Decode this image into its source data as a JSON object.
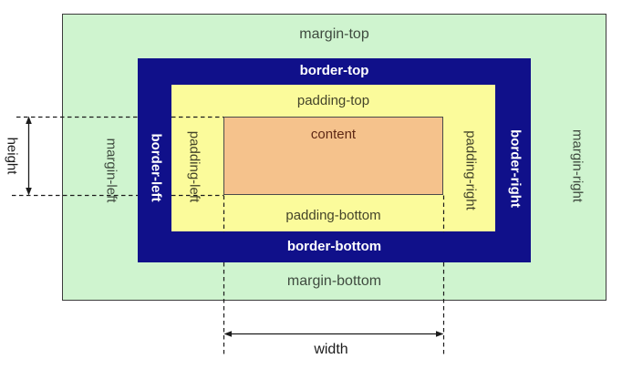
{
  "diagram": {
    "margin": {
      "top": "margin-top",
      "bottom": "margin-bottom",
      "left": "margin-left",
      "right": "margin-right"
    },
    "border": {
      "top": "border-top",
      "bottom": "border-bottom",
      "left": "border-left",
      "right": "border-right"
    },
    "padding": {
      "top": "padding-top",
      "bottom": "padding-bottom",
      "left": "padding-left",
      "right": "padding-right"
    },
    "content": {
      "label": "content"
    },
    "measurements": {
      "height": "height",
      "width": "width"
    }
  },
  "colors": {
    "margin-bg": "#cff4cf",
    "border-bg": "#10108a",
    "padding-bg": "#fbfb9b",
    "content-bg": "#f5c28c",
    "margin-text": "#3f4a3f",
    "border-text": "#ffffff",
    "padding-text": "#44442a",
    "content-text": "#5e2815",
    "line-color": "#1c1c1c"
  }
}
